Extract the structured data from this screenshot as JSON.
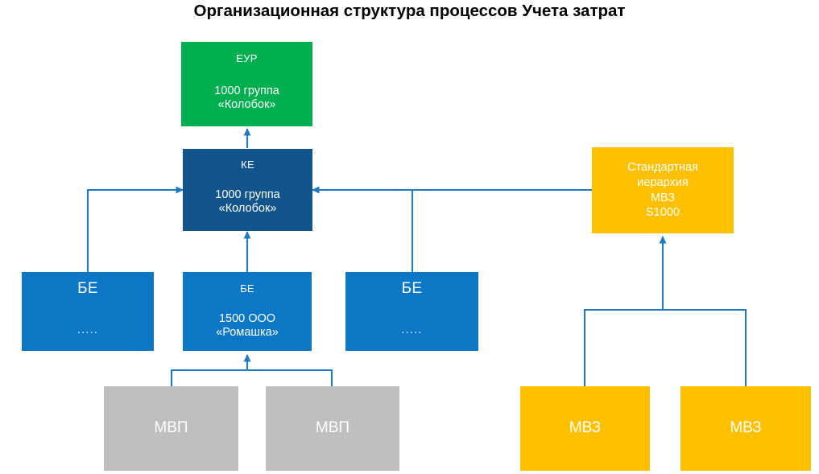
{
  "page": {
    "title": "Организационная структура процессов Учета затрат",
    "background": "#ffffff"
  },
  "colors": {
    "green": "#00b050",
    "dark_blue": "#11558c",
    "blue": "#0c77c4",
    "yellow": "#ffc000",
    "gray": "#bfbfbf",
    "connector": "#1f7bc1",
    "title_text": "#000000",
    "node_text": "#ffffff"
  },
  "nodes": {
    "eyp": {
      "label": "ЕУР",
      "detail": "1000 группа\n«Колобок»",
      "color": "#00b050"
    },
    "ke": {
      "label": "КЕ",
      "detail": "1000 группа\n«Колобок»",
      "color": "#11558c"
    },
    "standard_hierarchy": {
      "text": "Стандартная\nиерархия\nМВЗ\nS1000",
      "color": "#ffc000"
    },
    "be_left": {
      "label": "БЕ",
      "detail": ".....",
      "color": "#0c77c4"
    },
    "be_center": {
      "label": "БЕ",
      "detail": "1500 ООО\n«Ромашка»",
      "color": "#0c77c4"
    },
    "be_right": {
      "label": "БЕ",
      "detail": ".....",
      "color": "#0c77c4"
    },
    "mvp_left": {
      "label": "МВП",
      "color": "#bfbfbf"
    },
    "mvp_right": {
      "label": "МВП",
      "color": "#bfbfbf"
    },
    "mvz_left": {
      "label": "МВЗ",
      "color": "#ffc000"
    },
    "mvz_right": {
      "label": "МВЗ",
      "color": "#ffc000"
    }
  },
  "connections": [
    {
      "from": "ke",
      "to": "eyp",
      "style": "arrow-up"
    },
    {
      "from": "be_left",
      "to": "ke",
      "style": "elbow-arrow-right"
    },
    {
      "from": "be_center",
      "to": "ke",
      "style": "arrow-up"
    },
    {
      "from": "be_right",
      "to": "ke",
      "style": "elbow-arrow-left"
    },
    {
      "from": "standard_hierarchy",
      "to": "ke",
      "style": "arrow-left"
    },
    {
      "from": "mvp_left",
      "to": "be_center",
      "style": "bracket-arrow-up"
    },
    {
      "from": "mvp_right",
      "to": "be_center",
      "style": "bracket-arrow-up"
    },
    {
      "from": "mvz_left",
      "to": "standard_hierarchy",
      "style": "bracket-arrow-up"
    },
    {
      "from": "mvz_right",
      "to": "standard_hierarchy",
      "style": "bracket-arrow-up"
    }
  ]
}
